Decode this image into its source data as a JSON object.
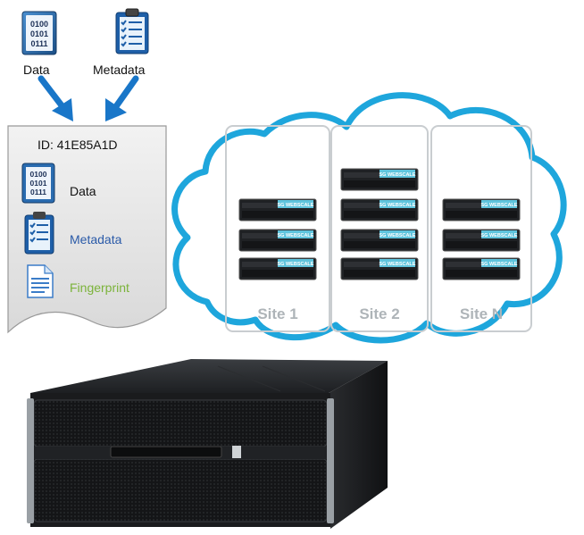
{
  "inputs": {
    "data_label": "Data",
    "metadata_label": "Metadata",
    "binary_lines": [
      "0100",
      "0101",
      "0111"
    ]
  },
  "document": {
    "id_text": "ID: 41E85A1D",
    "data_label": "Data",
    "metadata_label": "Metadata",
    "fingerprint_label": "Fingerprint",
    "binary_lines": [
      "0100",
      "0101",
      "0111"
    ]
  },
  "cloud": {
    "sites": [
      {
        "label": "Site 1",
        "nodes": 3
      },
      {
        "label": "Site 2",
        "nodes": 4
      },
      {
        "label": "Site N",
        "nodes": 3
      }
    ],
    "node_badge": "SG WEBSCALE"
  },
  "colors": {
    "cloud_stroke": "#1ea6dc",
    "arrow": "#1976c8",
    "metadata_text": "#2a5aa8",
    "fingerprint_text": "#7bb33a",
    "site_label": "#aeb4b8",
    "badge": "#5fc4dd"
  },
  "icons": {
    "data": "binary-file-icon",
    "metadata": "clipboard-checklist-icon",
    "fingerprint": "text-document-icon",
    "hardware": "storage-appliance-icon"
  }
}
